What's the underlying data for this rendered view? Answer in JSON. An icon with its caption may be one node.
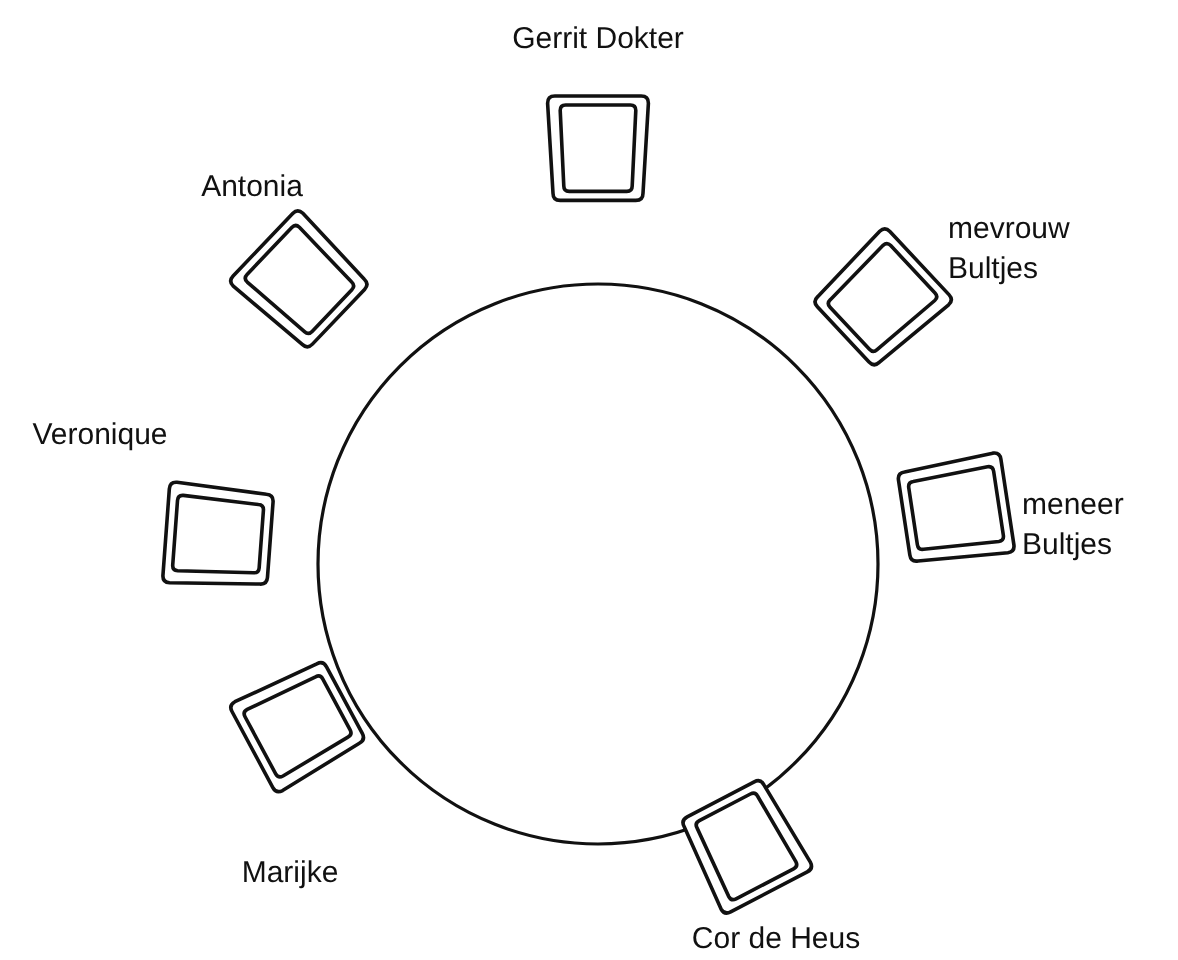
{
  "diagram": {
    "nodes": [
      {
        "text": [],
        "shape": "circle"
      },
      {
        "text": [
          "Gerrit Dokter"
        ]
      },
      {
        "text": [
          "mevrouw Bultjes"
        ]
      },
      {
        "text": [
          "meneer Bultjes"
        ]
      },
      {
        "text": [
          "Cor de Heus"
        ]
      },
      {
        "text": [
          "Marijke"
        ]
      },
      {
        "text": [
          "Veronique"
        ]
      },
      {
        "text": [
          "Antonia"
        ]
      }
    ]
  }
}
